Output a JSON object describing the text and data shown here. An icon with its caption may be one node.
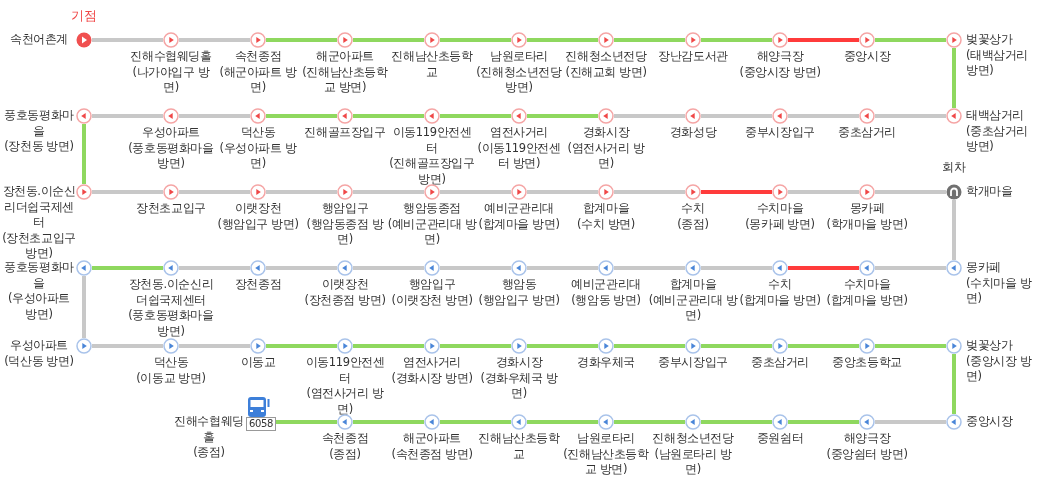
{
  "diagram": {
    "nodes": [
      {
        "text": [
          "속천어촌계"
        ],
        "beside": [
          "기점"
        ]
      },
      {
        "text": [
          "진해수협웨딩홀",
          "(나가야입구 방면)"
        ]
      },
      {
        "text": [
          "속천종점",
          "(해군아파트 방면)"
        ]
      },
      {
        "text": [
          "해군아파트",
          "(진해남산초등학교 방면)"
        ]
      },
      {
        "text": [
          "진해남산초등학교"
        ]
      },
      {
        "text": [
          "남원로타리",
          "(진해청소년전당 방면)"
        ]
      },
      {
        "text": [
          "진해청소년전당",
          "(진해교회 방면)"
        ]
      },
      {
        "text": [
          "장난감도서관"
        ]
      },
      {
        "text": [
          "해양극장",
          "(중앙시장 방면)"
        ]
      },
      {
        "text": [
          "중앙시장"
        ]
      },
      {
        "text": [
          "벚꽃상가",
          "(태백삼거리 방면)"
        ]
      },
      {
        "text": [
          "태백삼거리",
          "(중초삼거리 방면)"
        ]
      },
      {
        "text": [
          "중초삼거리"
        ]
      },
      {
        "text": [
          "중부시장입구"
        ]
      },
      {
        "text": [
          "경화성당"
        ]
      },
      {
        "text": [
          "경화시장",
          "(염전사거리 방면)"
        ]
      },
      {
        "text": [
          "염전사거리",
          "(이동119안전센터 방면)"
        ]
      },
      {
        "text": [
          "이동119안전센터",
          "(진해골프장입구 방면)"
        ]
      },
      {
        "text": [
          "진해골프장입구"
        ]
      },
      {
        "text": [
          "덕산동",
          "(우성아파트 방면)"
        ]
      },
      {
        "text": [
          "우성아파트",
          "(풍호동평화마을 방면)"
        ]
      },
      {
        "text": [
          "풍호동평화마을",
          "(장천동 방면)"
        ]
      },
      {
        "text": [
          "장천동.이순신리더쉽국제센터",
          "(장천초교입구 방면)"
        ]
      },
      {
        "text": [
          "장천초교입구"
        ]
      },
      {
        "text": [
          "이랫장천",
          "(행암입구 방면)"
        ]
      },
      {
        "text": [
          "행암입구",
          "(행암동종점 방면)"
        ]
      },
      {
        "text": [
          "행암동종점",
          "(예비군관리대 방면)"
        ]
      },
      {
        "text": [
          "예비군관리대",
          "(합계마을 방면)"
        ]
      },
      {
        "text": [
          "합계마을",
          "(수치 방면)"
        ]
      },
      {
        "text": [
          "수치",
          "(종점)"
        ]
      },
      {
        "text": [
          "수치마을",
          "(몽카페 방면)"
        ]
      },
      {
        "text": [
          "몽카페",
          "(학개마을 방면)"
        ]
      },
      {
        "text": [
          "학개마을"
        ],
        "beside": [
          "회차"
        ]
      },
      {
        "text": [
          "몽카페",
          "(수치마을 방면)"
        ]
      },
      {
        "text": [
          "수치마을",
          "(합계마을 방면)"
        ]
      },
      {
        "text": [
          "수치",
          "(합계마을 방면)"
        ]
      },
      {
        "text": [
          "합계마을",
          "(예비군관리대 방면)"
        ]
      },
      {
        "text": [
          "예비군관리대",
          "(행암동 방면)"
        ]
      },
      {
        "text": [
          "행암동",
          "(행암입구 방면)"
        ]
      },
      {
        "text": [
          "행암입구",
          "(이랫장천 방면)"
        ]
      },
      {
        "text": [
          "이랫장천",
          "(장천종점 방면)"
        ]
      },
      {
        "text": [
          "장천종점"
        ]
      },
      {
        "text": [
          "장천동.이순신리더쉽국제센터",
          "(풍호동평화마을 방면)"
        ]
      },
      {
        "text": [
          "풍호동평화마을",
          "(우성아파트 방면)"
        ]
      },
      {
        "text": [
          "우성아파트",
          "(덕산동 방면)"
        ]
      },
      {
        "text": [
          "덕산동",
          "(이동교 방면)"
        ]
      },
      {
        "text": [
          "이동교"
        ]
      },
      {
        "text": [
          "이동119안전센터",
          "(염전사거리 방면)"
        ]
      },
      {
        "text": [
          "염전사거리",
          "(경화시장 방면)"
        ]
      },
      {
        "text": [
          "경화시장",
          "(경화우체국 방면)"
        ]
      },
      {
        "text": [
          "경화우체국"
        ]
      },
      {
        "text": [
          "중부시장입구"
        ]
      },
      {
        "text": [
          "중초삼거리"
        ]
      },
      {
        "text": [
          "중앙초등학교"
        ]
      },
      {
        "text": [
          "벚꽃상가",
          "(중앙시장 방면)"
        ]
      },
      {
        "text": [
          "중앙시장"
        ]
      },
      {
        "text": [
          "해양극장",
          "(중앙쉼터 방면)"
        ]
      },
      {
        "text": [
          "중원쉼터"
        ]
      },
      {
        "text": [
          "진해청소년전당",
          "(남원로타리 방면)"
        ]
      },
      {
        "text": [
          "남원로타리",
          "(진해남산초등학교 방면)"
        ]
      },
      {
        "text": [
          "진해남산초등학교"
        ]
      },
      {
        "text": [
          "해군아파트",
          "(속천종점 방면)"
        ]
      },
      {
        "text": [
          "속천종점",
          "(종점)"
        ]
      },
      {
        "text": [
          "진해수협웨딩홀",
          "(종점)"
        ]
      }
    ],
    "edges": [
      {
        "from": 0,
        "to": 1,
        "arrow": "none",
        "color": "#c8c8c8"
      },
      {
        "from": 1,
        "to": 2,
        "arrow": "none",
        "color": "#c8c8c8"
      },
      {
        "from": 2,
        "to": 3,
        "arrow": "none",
        "color": "#8fd85f"
      },
      {
        "from": 3,
        "to": 4,
        "arrow": "none",
        "color": "#8fd85f"
      },
      {
        "from": 4,
        "to": 5,
        "arrow": "none",
        "color": "#8fd85f"
      },
      {
        "from": 5,
        "to": 6,
        "arrow": "none",
        "color": "#8fd85f"
      },
      {
        "from": 6,
        "to": 7,
        "arrow": "none",
        "color": "#8fd85f"
      },
      {
        "from": 7,
        "to": 8,
        "arrow": "none",
        "color": "#8fd85f"
      },
      {
        "from": 8,
        "to": 9,
        "arrow": "none",
        "color": "#ff3b3b"
      },
      {
        "from": 9,
        "to": 10,
        "arrow": "none",
        "color": "#8fd85f"
      },
      {
        "from": 10,
        "to": 11,
        "arrow": "none",
        "color": "#8fd85f"
      },
      {
        "from": 11,
        "to": 12,
        "arrow": "none",
        "color": "#c8c8c8"
      },
      {
        "from": 12,
        "to": 13,
        "arrow": "none",
        "color": "#c8c8c8"
      },
      {
        "from": 13,
        "to": 14,
        "arrow": "none",
        "color": "#c8c8c8"
      },
      {
        "from": 14,
        "to": 15,
        "arrow": "none",
        "color": "#c8c8c8"
      },
      {
        "from": 15,
        "to": 16,
        "arrow": "none",
        "color": "#8fd85f"
      },
      {
        "from": 16,
        "to": 17,
        "arrow": "none",
        "color": "#8fd85f"
      },
      {
        "from": 17,
        "to": 18,
        "arrow": "none",
        "color": "#8fd85f"
      },
      {
        "from": 18,
        "to": 19,
        "arrow": "none",
        "color": "#8fd85f"
      },
      {
        "from": 19,
        "to": 20,
        "arrow": "none",
        "color": "#c8c8c8"
      },
      {
        "from": 20,
        "to": 21,
        "arrow": "none",
        "color": "#c8c8c8"
      },
      {
        "from": 21,
        "to": 22,
        "arrow": "none",
        "color": "#8fd85f"
      },
      {
        "from": 22,
        "to": 23,
        "arrow": "none",
        "color": "#c8c8c8"
      },
      {
        "from": 23,
        "to": 24,
        "arrow": "none",
        "color": "#c8c8c8"
      },
      {
        "from": 24,
        "to": 25,
        "arrow": "none",
        "color": "#c8c8c8"
      },
      {
        "from": 25,
        "to": 26,
        "arrow": "none",
        "color": "#c8c8c8"
      },
      {
        "from": 26,
        "to": 27,
        "arrow": "none",
        "color": "#c8c8c8"
      },
      {
        "from": 27,
        "to": 28,
        "arrow": "none",
        "color": "#c8c8c8"
      },
      {
        "from": 28,
        "to": 29,
        "arrow": "none",
        "color": "#c8c8c8"
      },
      {
        "from": 29,
        "to": 30,
        "arrow": "none",
        "color": "#ff3b3b"
      },
      {
        "from": 30,
        "to": 31,
        "arrow": "none",
        "color": "#c8c8c8"
      },
      {
        "from": 31,
        "to": 32,
        "arrow": "none",
        "color": "#c8c8c8"
      },
      {
        "from": 32,
        "to": 33,
        "arrow": "none",
        "color": "#c8c8c8"
      },
      {
        "from": 33,
        "to": 34,
        "arrow": "none",
        "color": "#c8c8c8"
      },
      {
        "from": 34,
        "to": 35,
        "arrow": "none",
        "color": "#ff3b3b"
      },
      {
        "from": 35,
        "to": 36,
        "arrow": "none",
        "color": "#c8c8c8"
      },
      {
        "from": 36,
        "to": 37,
        "arrow": "none",
        "color": "#c8c8c8"
      },
      {
        "from": 37,
        "to": 38,
        "arrow": "none",
        "color": "#c8c8c8"
      },
      {
        "from": 38,
        "to": 39,
        "arrow": "none",
        "color": "#c8c8c8"
      },
      {
        "from": 39,
        "to": 40,
        "arrow": "none",
        "color": "#c8c8c8"
      },
      {
        "from": 40,
        "to": 41,
        "arrow": "none",
        "color": "#c8c8c8"
      },
      {
        "from": 41,
        "to": 42,
        "arrow": "none",
        "color": "#c8c8c8"
      },
      {
        "from": 42,
        "to": 43,
        "arrow": "none",
        "color": "#8fd85f"
      },
      {
        "from": 43,
        "to": 44,
        "arrow": "none",
        "color": "#c8c8c8"
      },
      {
        "from": 44,
        "to": 45,
        "arrow": "none",
        "color": "#c8c8c8"
      },
      {
        "from": 45,
        "to": 46,
        "arrow": "none",
        "color": "#c8c8c8"
      },
      {
        "from": 46,
        "to": 47,
        "arrow": "none",
        "color": "#8fd85f"
      },
      {
        "from": 47,
        "to": 48,
        "arrow": "none",
        "color": "#8fd85f"
      },
      {
        "from": 48,
        "to": 49,
        "arrow": "none",
        "color": "#8fd85f"
      },
      {
        "from": 49,
        "to": 50,
        "arrow": "none",
        "color": "#8fd85f"
      },
      {
        "from": 50,
        "to": 51,
        "arrow": "none",
        "color": "#8fd85f"
      },
      {
        "from": 51,
        "to": 52,
        "arrow": "none",
        "color": "#8fd85f"
      },
      {
        "from": 52,
        "to": 53,
        "arrow": "none",
        "color": "#8fd85f"
      },
      {
        "from": 53,
        "to": 54,
        "arrow": "none",
        "color": "#8fd85f"
      },
      {
        "from": 54,
        "to": 55,
        "arrow": "none",
        "color": "#8fd85f"
      },
      {
        "from": 55,
        "to": 56,
        "arrow": "none",
        "color": "#c8c8c8"
      },
      {
        "from": 56,
        "to": 57,
        "arrow": "none",
        "color": "#8fd85f"
      },
      {
        "from": 57,
        "to": 58,
        "arrow": "none",
        "color": "#8fd85f"
      },
      {
        "from": 58,
        "to": 59,
        "arrow": "none",
        "color": "#8fd85f"
      },
      {
        "from": 59,
        "to": 60,
        "arrow": "none",
        "color": "#8fd85f"
      },
      {
        "from": 60,
        "to": 61,
        "arrow": "none",
        "color": "#8fd85f"
      },
      {
        "from": 61,
        "to": 62,
        "arrow": "none",
        "color": "#8fd85f"
      },
      {
        "from": 62,
        "to": 63,
        "arrow": "none",
        "color": "#8fd85f"
      }
    ],
    "labels": [
      "6058"
    ]
  }
}
